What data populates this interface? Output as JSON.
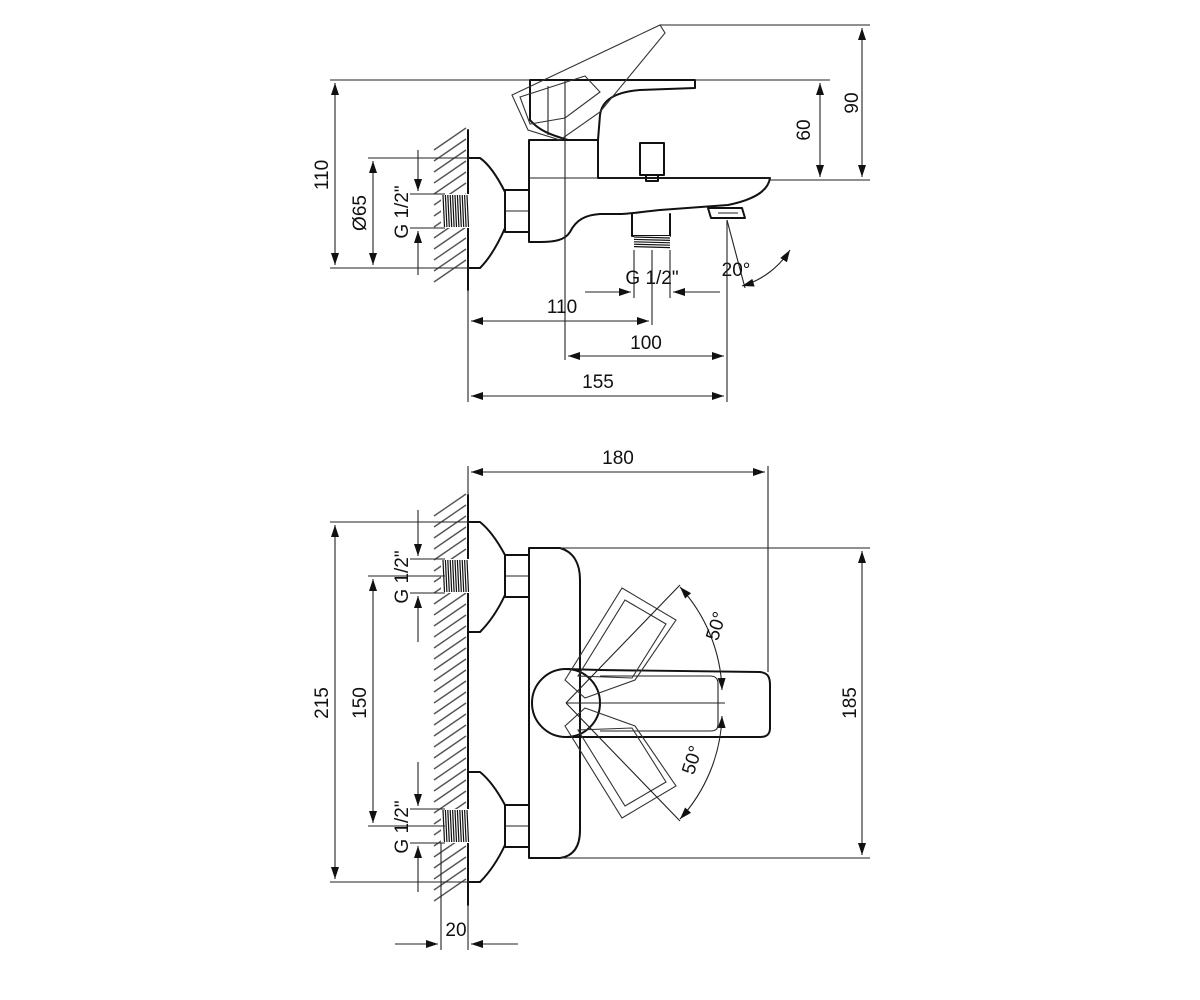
{
  "colors": {
    "line": "#111111",
    "background": "#ffffff"
  },
  "side_view": {
    "dim_110_height": "110",
    "dim_diameter_65": "Ø65",
    "dim_g_half_inlet": "G 1/2\"",
    "dim_g_half_outlet": "G 1/2\"",
    "dim_angle_20": "20°",
    "dim_60": "60",
    "dim_90": "90",
    "dim_110_horizontal": "110",
    "dim_100": "100",
    "dim_155": "155"
  },
  "front_view": {
    "dim_180": "180",
    "dim_215": "215",
    "dim_150": "150",
    "dim_g_half_top": "G 1/2\"",
    "dim_g_half_bottom": "G 1/2\"",
    "dim_185": "185",
    "dim_angle_50_upper": "50°",
    "dim_angle_50_lower": "50°",
    "dim_20": "20"
  }
}
